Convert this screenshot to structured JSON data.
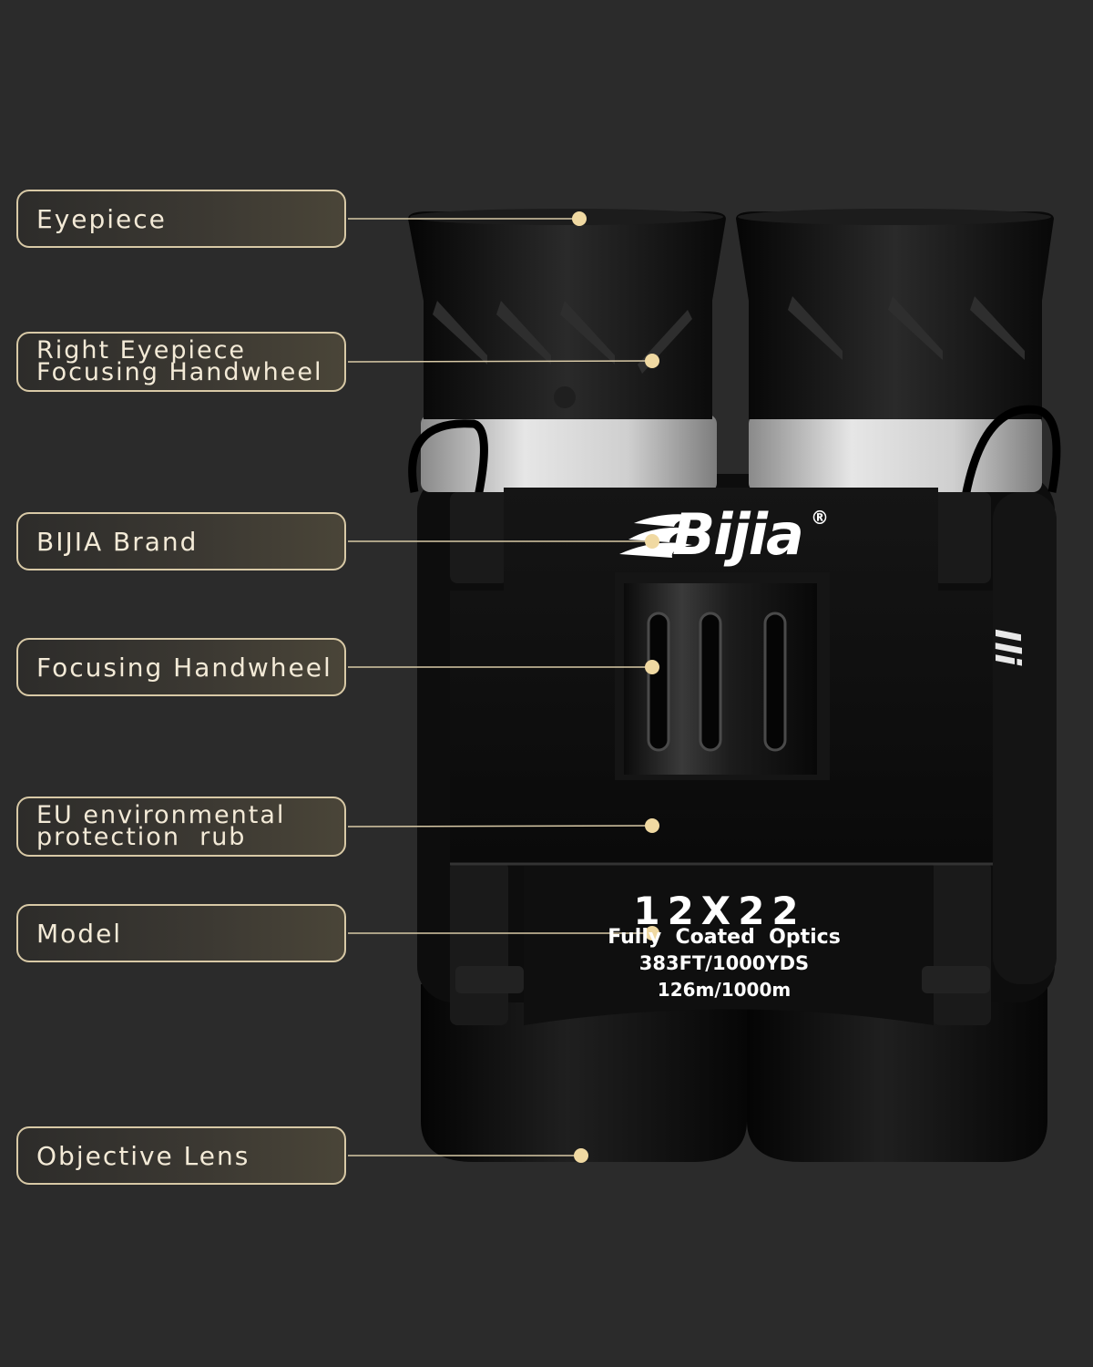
{
  "callouts": [
    {
      "id": "eyepiece",
      "lines": [
        "Eyepiece"
      ]
    },
    {
      "id": "right-eyepiece-focusing-handwheel",
      "lines": [
        "Right Eyepiece",
        "Focusing Handwheel"
      ]
    },
    {
      "id": "bijia-brand",
      "lines": [
        "BIJIA Brand"
      ]
    },
    {
      "id": "focusing-handwheel",
      "lines": [
        "Focusing Handwheel"
      ]
    },
    {
      "id": "eu-environmental-protection-rub",
      "lines": [
        "EU environmental",
        "protection  rub"
      ]
    },
    {
      "id": "model",
      "lines": [
        "Model"
      ]
    },
    {
      "id": "objective-lens",
      "lines": [
        "Objective Lens"
      ]
    }
  ],
  "product": {
    "brand": "Bijia",
    "registered_mark": "®",
    "side_text": "Ili",
    "model_lines": [
      "12X22",
      "Fully  Coated  Optics",
      "383FT/1000YDS",
      "126m/1000m"
    ]
  },
  "colors": {
    "background": "#2b2b2b",
    "callout_border": "#d8c9a6",
    "leader_line": "#d8c9a6",
    "dot": "#f0d9a2",
    "body": "#0d0d0d",
    "silver_band": "#c9c9c9"
  }
}
